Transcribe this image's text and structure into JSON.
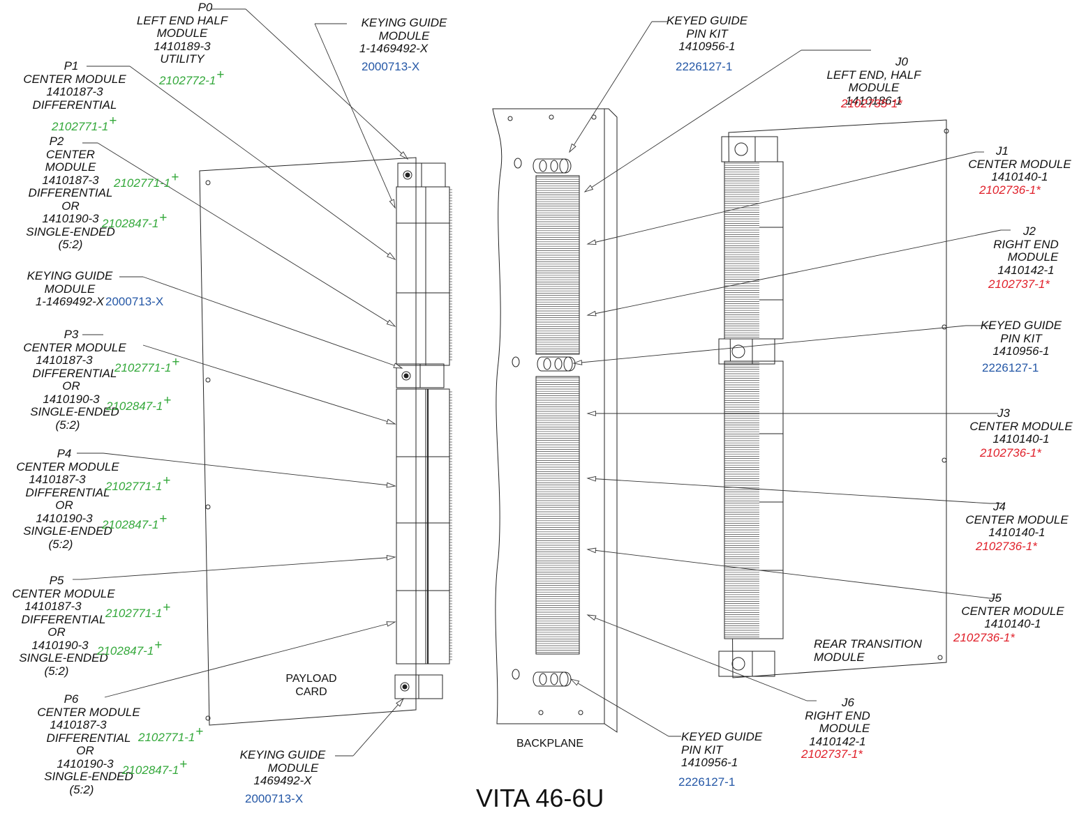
{
  "labels": {
    "p0": [
      "P0",
      "LEFT END HALF",
      "MODULE",
      "1410189-3",
      "UTILITY"
    ],
    "p1": [
      "P1",
      "CENTER MODULE",
      "1410187-3",
      "DIFFERENTIAL"
    ],
    "p2": [
      "P2",
      "CENTER",
      "MODULE",
      "1410187-3",
      "DIFFERENTIAL",
      "OR",
      "1410190-3",
      "SINGLE-ENDED",
      "(5:2)"
    ],
    "p3": [
      "P3",
      "CENTER MODULE",
      "1410187-3",
      "DIFFERENTIAL",
      "OR",
      "1410190-3",
      "SINGLE-ENDED",
      "(5:2)"
    ],
    "p4": [
      "P4",
      "CENTER MODULE",
      "1410187-3",
      "DIFFERENTIAL",
      "OR",
      "1410190-3",
      "SINGLE-ENDED",
      "(5:2)"
    ],
    "p5": [
      "P5",
      "CENTER MODULE",
      "1410187-3",
      "DIFFERENTIAL",
      "OR",
      "1410190-3",
      "SINGLE-ENDED",
      "(5:2)"
    ],
    "p6": [
      "P6",
      "CENTER MODULE",
      "1410187-3",
      "DIFFERENTIAL",
      "OR",
      "1410190-3",
      "SINGLE-ENDED",
      "(5:2)"
    ],
    "kg_top": [
      "KEYING GUIDE",
      "MODULE",
      "1-1469492-X"
    ],
    "kg_mid": [
      "KEYING GUIDE",
      "MODULE",
      "1-1469492-X"
    ],
    "kg_bot": [
      "KEYING GUIDE",
      "MODULE",
      "1469492-X"
    ],
    "kp_top": [
      "KEYED GUIDE",
      "PIN KIT",
      "1410956-1"
    ],
    "kp_mid": [
      "KEYED GUIDE",
      "PIN KIT",
      "1410956-1"
    ],
    "kp_bot": [
      "KEYED GUIDE",
      "PIN KIT",
      "1410956-1"
    ],
    "j0": [
      "J0",
      "LEFT END, HALF",
      "MODULE",
      "1410186-1"
    ],
    "j1": [
      "J1",
      "CENTER MODULE",
      "1410140-1"
    ],
    "j2": [
      "J2",
      "RIGHT END",
      "MODULE",
      "1410142-1"
    ],
    "j3": [
      "J3",
      "CENTER MODULE",
      "1410140-1"
    ],
    "j4": [
      "J4",
      "CENTER MODULE",
      "1410140-1"
    ],
    "j5": [
      "J5",
      "CENTER MODULE",
      "1410140-1"
    ],
    "j6": [
      "J6",
      "RIGHT END",
      "MODULE",
      "1410142-1"
    ]
  },
  "part_numbers": {
    "p0": "2102772-1",
    "p1": "2102771-1",
    "p2a": "2102771-1",
    "p2b": "2102847-1",
    "p3a": "2102771-1",
    "p3b": "2102847-1",
    "p4a": "2102771-1",
    "p4b": "2102847-1",
    "p5a": "2102771-1",
    "p5b": "2102847-1",
    "p6a": "2102771-1",
    "p6b": "2102847-1",
    "kg_top": "2000713-X",
    "kg_mid": "2000713-X",
    "kg_bot": "2000713-X",
    "kp_top": "2226127-1",
    "kp_mid": "2226127-1",
    "kp_bot": "2226127-1",
    "j0": "2102735-1*",
    "j1": "2102736-1*",
    "j2": "2102737-1*",
    "j3": "2102736-1*",
    "j4": "2102736-1*",
    "j5": "2102736-1*",
    "j6": "2102737-1*"
  },
  "plus_sign": "+",
  "captions": {
    "payload_line1": "PAYLOAD",
    "payload_line2": "CARD",
    "backplane": "BACKPLANE",
    "rtm_line1": "REAR TRANSITION",
    "rtm_line2": "MODULE"
  },
  "title": "VITA 46-6U",
  "colors": {
    "payload_pn": "#33a83a",
    "keying_pn": "#2457a6",
    "backplane_pn": "#e0202a"
  }
}
